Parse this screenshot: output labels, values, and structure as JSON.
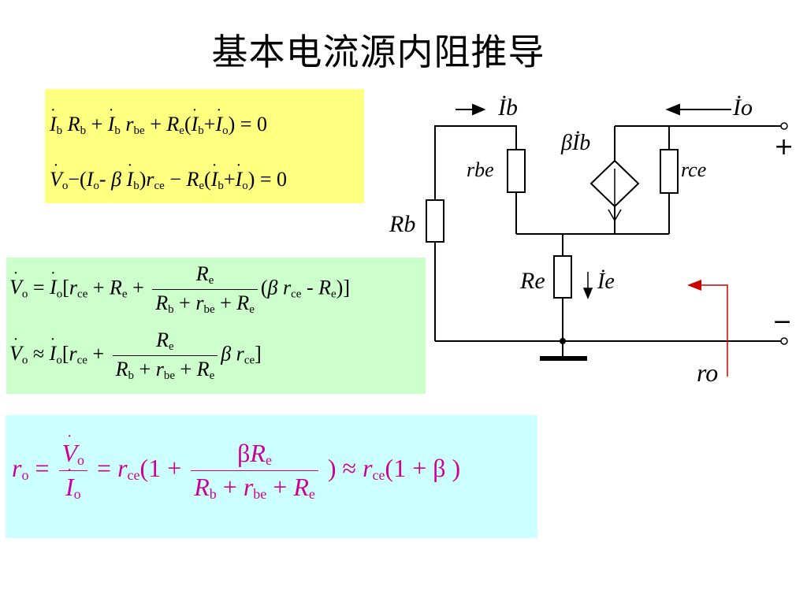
{
  "title": "基本电流源内阻推导",
  "colors": {
    "yellow_box": "#ffff80",
    "green_box": "#ccffcc",
    "cyan_box": "#ccffff",
    "final_formula": "#cc0099",
    "ro_arrow": "#cc0000"
  },
  "equations": {
    "kvl_1": "İb Rb + İb rbe + Re(İb + İo) = 0",
    "kvl_2": "V̇o − (İo - β İb) rce − Re(İb + İo) = 0",
    "vo_exact": "V̇o = İo[rce + Re + Re/(Rb + rbe + Re)(β rce - Re)]",
    "vo_approx": "V̇o ≈ İo[rce + Re/(Rb + rbe + Re) β rce]",
    "ro_result": "ro = V̇o/İo = rce(1 + βRe/(Rb + rbe + Re)) ≈ rce(1 + β)"
  },
  "circuit": {
    "labels": {
      "ib": "İb",
      "io": "İo",
      "beta_ib": "βİb",
      "rbe": "rbe",
      "rce": "rce",
      "rb": "Rb",
      "re": "Re",
      "ie": "İe",
      "plus": "+",
      "minus": "−",
      "ro": "ro"
    }
  }
}
